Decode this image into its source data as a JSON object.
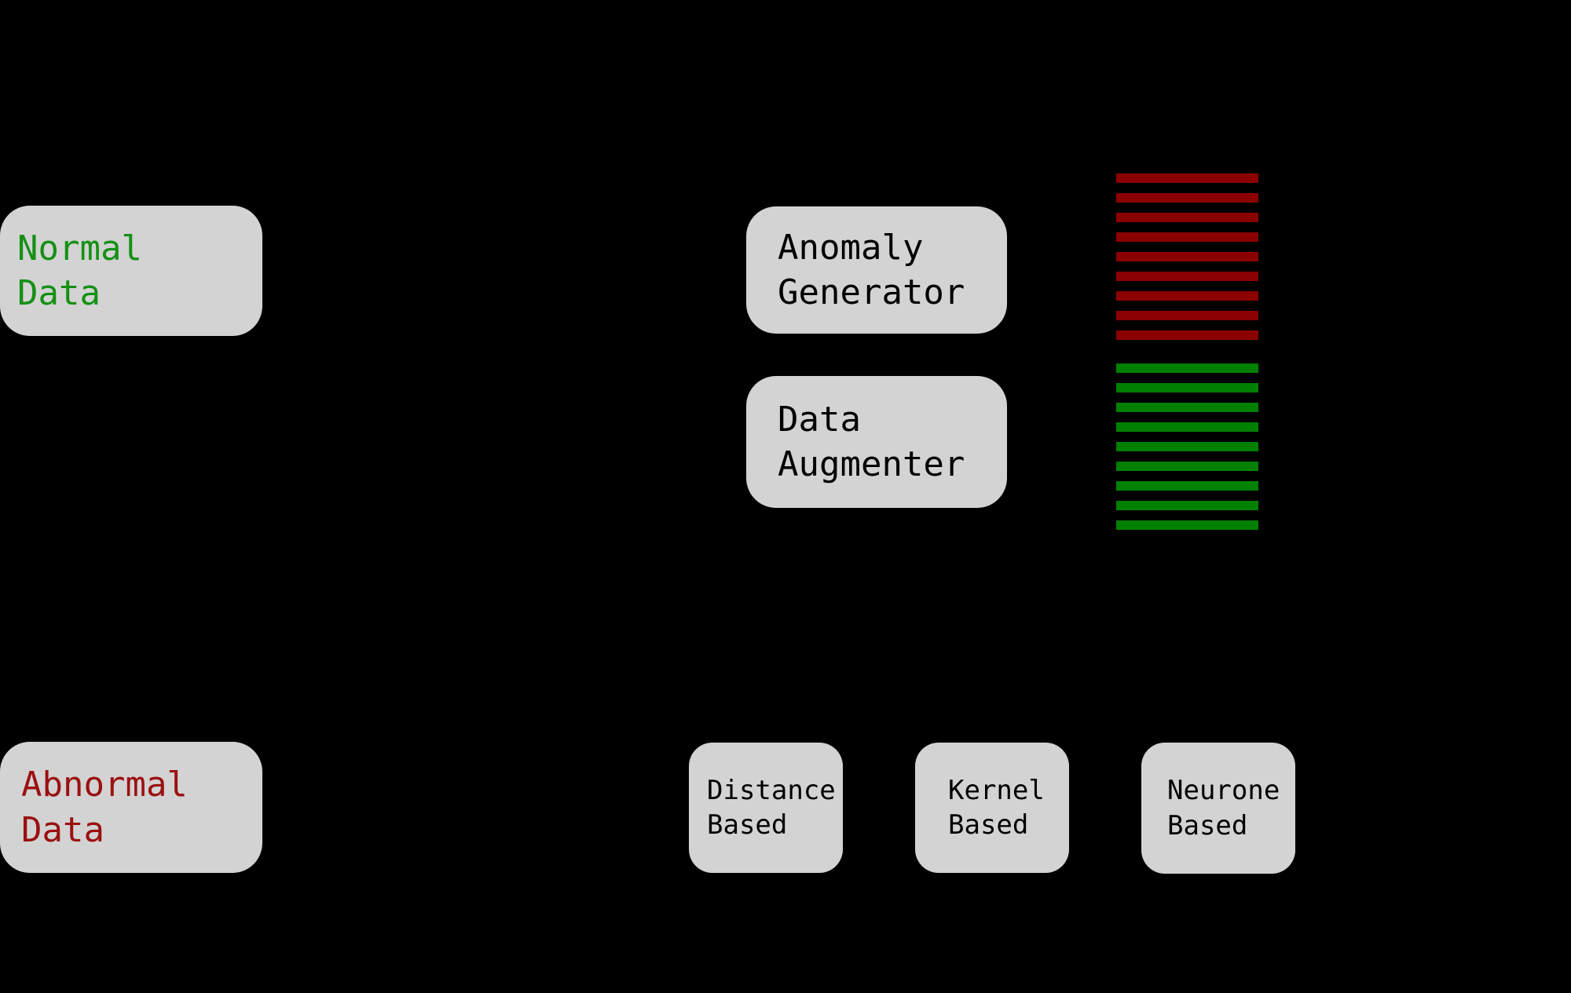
{
  "diagram": {
    "background_color": "#000000",
    "node_fill_color": "#d3d3d3",
    "nodes": [
      {
        "id": "normal-data",
        "label": "Normal\nData",
        "text_color": "#149014"
      },
      {
        "id": "abnormal-data",
        "label": "Abnormal\nData",
        "text_color": "#9b1010"
      },
      {
        "id": "anomaly-generator",
        "label": "Anomaly\nGenerator",
        "text_color": "#000000"
      },
      {
        "id": "data-augmenter",
        "label": "Data\nAugmenter",
        "text_color": "#000000"
      },
      {
        "id": "distance-based",
        "label": "Distance\nBased",
        "text_color": "#000000"
      },
      {
        "id": "kernel-based",
        "label": "Kernel\nBased",
        "text_color": "#000000"
      },
      {
        "id": "neurone-based",
        "label": "Neurone\nBased",
        "text_color": "#000000"
      }
    ],
    "bar_stacks": [
      {
        "id": "abnormal-stack",
        "semantic": "abnormal-data-rows",
        "color": "#8b0000",
        "count": 9
      },
      {
        "id": "normal-stack",
        "semantic": "normal-data-rows",
        "color": "#008000",
        "count": 9
      }
    ]
  }
}
